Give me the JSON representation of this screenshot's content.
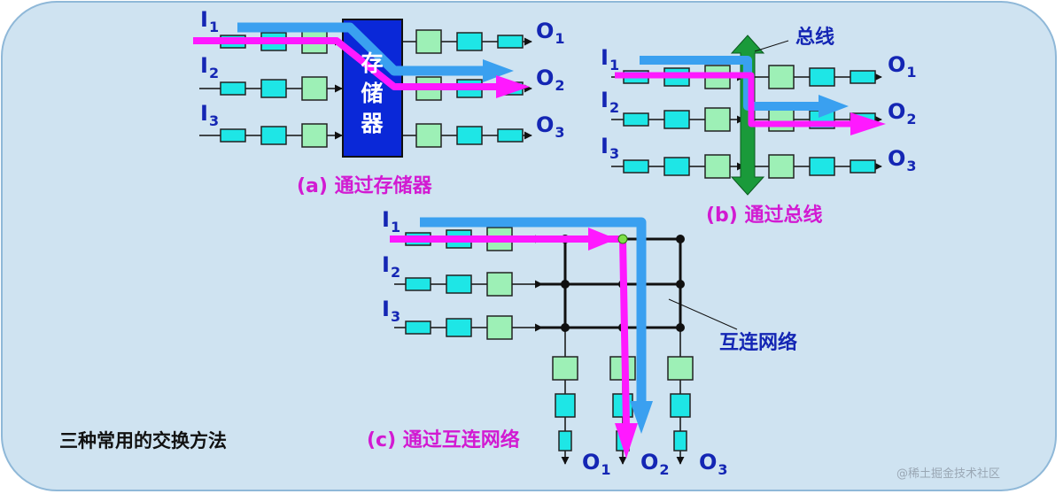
{
  "colors": {
    "panel_bg": "#cfe3f1",
    "queue_cyan": "#1ee6e6",
    "queue_green": "#9df0b6",
    "memory_blue": "#0a28d8",
    "bus_green": "#1a9a3a",
    "path_blue": "#3aa0f0",
    "path_magenta": "#ff19ff",
    "label_blue": "#1426b4",
    "caption_magenta": "#d21ad2"
  },
  "diagram_a": {
    "inputs": [
      "I",
      "I",
      "I"
    ],
    "input_subs": [
      "1",
      "2",
      "3"
    ],
    "outputs": [
      "O",
      "O",
      "O"
    ],
    "output_subs": [
      "1",
      "2",
      "3"
    ],
    "memory_label": [
      "存",
      "储",
      "器"
    ],
    "caption": "(a) 通过存储器"
  },
  "diagram_b": {
    "inputs": [
      "I",
      "I",
      "I"
    ],
    "input_subs": [
      "1",
      "2",
      "3"
    ],
    "outputs": [
      "O",
      "O",
      "O"
    ],
    "output_subs": [
      "1",
      "2",
      "3"
    ],
    "bus_label": "总线",
    "caption": "(b) 通过总线"
  },
  "diagram_c": {
    "inputs": [
      "I",
      "I",
      "I"
    ],
    "input_subs": [
      "1",
      "2",
      "3"
    ],
    "outputs": [
      "O",
      "O",
      "O"
    ],
    "output_subs": [
      "1",
      "2",
      "3"
    ],
    "fabric_label": "互连网络",
    "caption": "(c) 通过互连网络"
  },
  "title": "三种常用的交换方法",
  "watermark": "@稀土掘金技术社区"
}
